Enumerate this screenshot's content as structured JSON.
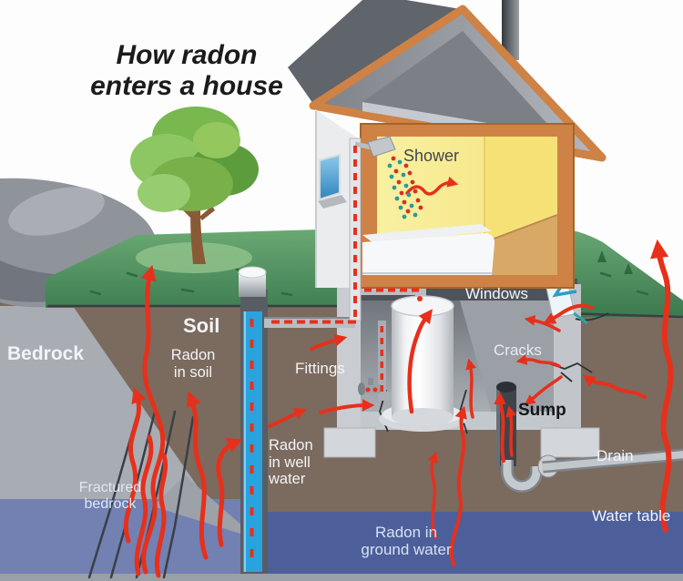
{
  "diagram": {
    "title": "How radon\nenters a house",
    "labels": {
      "shower": "Shower",
      "windows": "Windows",
      "cracks": "Cracks",
      "sump": "Sump",
      "drain": "Drain",
      "water_table": "Water table",
      "radon_in_ground_water": "Radon in\nground water",
      "radon_in_well_water": "Radon\nin well\nwater",
      "fittings": "Fittings",
      "soil": "Soil",
      "radon_in_soil": "Radon\nin soil",
      "bedrock": "Bedrock",
      "fractured_bedrock": "Fractured\nbedrock"
    },
    "legend_colors": {
      "radon_arrow_red": "#e6301c",
      "water_blue": "#4d5f9a",
      "well_blue": "#2aa2de",
      "soil_brown": "#7b6a5e",
      "bedrock_gray": "#a8acb3",
      "grass_green": "#55935f",
      "house_frame_orange": "#ce8245",
      "room_yellow": "#f6e88e"
    }
  }
}
